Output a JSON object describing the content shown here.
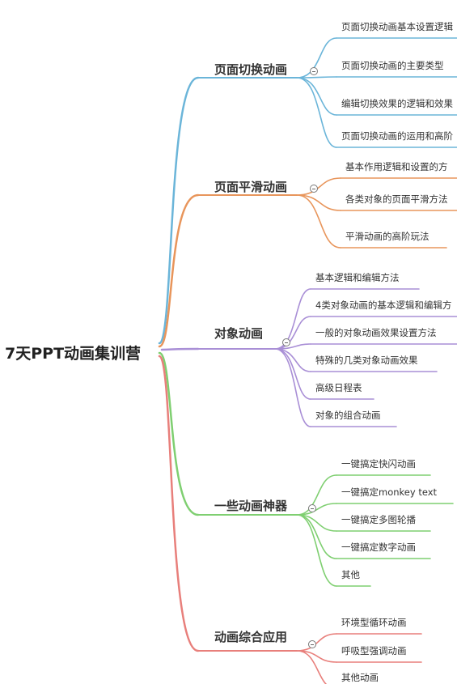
{
  "root": "7天PPT动画集训营",
  "branches": [
    {
      "title": "页面切换动画",
      "color": "#6bb5d9",
      "items": [
        "页面切换动画基本设置逻辑",
        "页面切换动画的主要类型",
        "编辑切换效果的逻辑和效果",
        "页面切换动画的运用和高阶"
      ]
    },
    {
      "title": "页面平滑动画",
      "color": "#e8955b",
      "items": [
        "基本作用逻辑和设置的方",
        "各类对象的页面平滑方法",
        "平滑动画的高阶玩法"
      ]
    },
    {
      "title": "对象动画",
      "color": "#a98fd6",
      "items": [
        "基本逻辑和编辑方法",
        "4类对象动画的基本逻辑和编辑方",
        "一般的对象动画效果设置方法",
        "特殊的几类对象动画效果",
        "高级日程表",
        "对象的组合动画"
      ]
    },
    {
      "title": "一些动画神器",
      "color": "#7fcf71",
      "items": [
        "一键搞定快闪动画",
        "一键搞定monkey text",
        "一键搞定多图轮播",
        "一键搞定数字动画",
        "其他"
      ]
    },
    {
      "title": "动画综合应用",
      "color": "#e87f7b",
      "items": [
        "环境型循环动画",
        "呼吸型强调动画",
        "其他动画"
      ]
    }
  ]
}
